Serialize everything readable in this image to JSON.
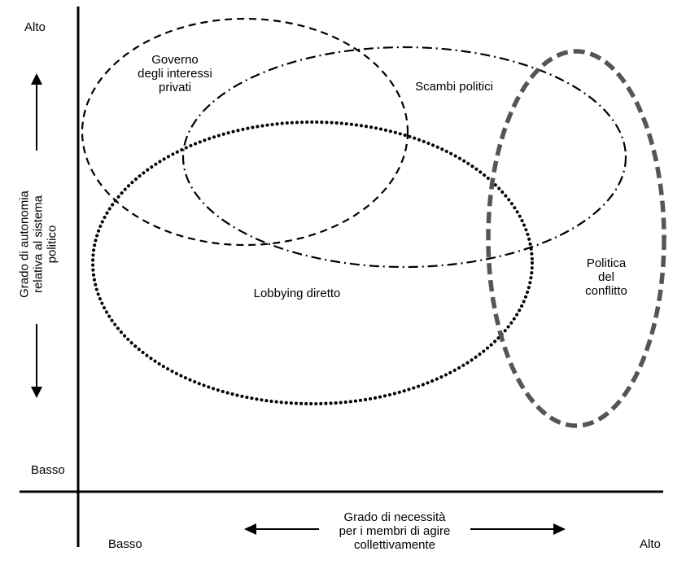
{
  "y_axis": {
    "high_label": "Alto",
    "low_label": "Basso",
    "title": "Grado di autonomia\nrelativa al sistema\npolitico"
  },
  "x_axis": {
    "low_label": "Basso",
    "high_label": "Alto",
    "title": "Grado di necessità\nper i membri di agire\ncollettivamente"
  },
  "ellipses": {
    "governo": "Governo\ndegli interessi\nprivati",
    "scambi": "Scambi politici",
    "lobbying": "Lobbying diretto",
    "conflitto": "Politica\ndel\nconflitto"
  }
}
